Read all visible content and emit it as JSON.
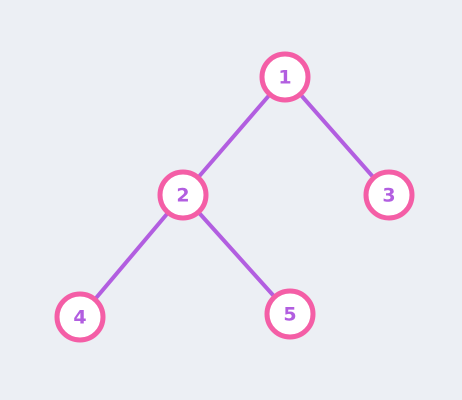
{
  "diagram": {
    "nodes": [
      {
        "id": "1",
        "label": "1"
      },
      {
        "id": "2",
        "label": "2"
      },
      {
        "id": "3",
        "label": "3"
      },
      {
        "id": "4",
        "label": "4"
      },
      {
        "id": "5",
        "label": "5"
      }
    ],
    "edges": [
      {
        "from": "1",
        "to": "2"
      },
      {
        "from": "1",
        "to": "3"
      },
      {
        "from": "2",
        "to": "4"
      },
      {
        "from": "2",
        "to": "5"
      }
    ]
  },
  "colors": {
    "background": "#eceff4",
    "node_border": "#f45ea6",
    "node_fill": "#ffffff",
    "edge": "#b25ee0",
    "label": "#b25ee0"
  }
}
